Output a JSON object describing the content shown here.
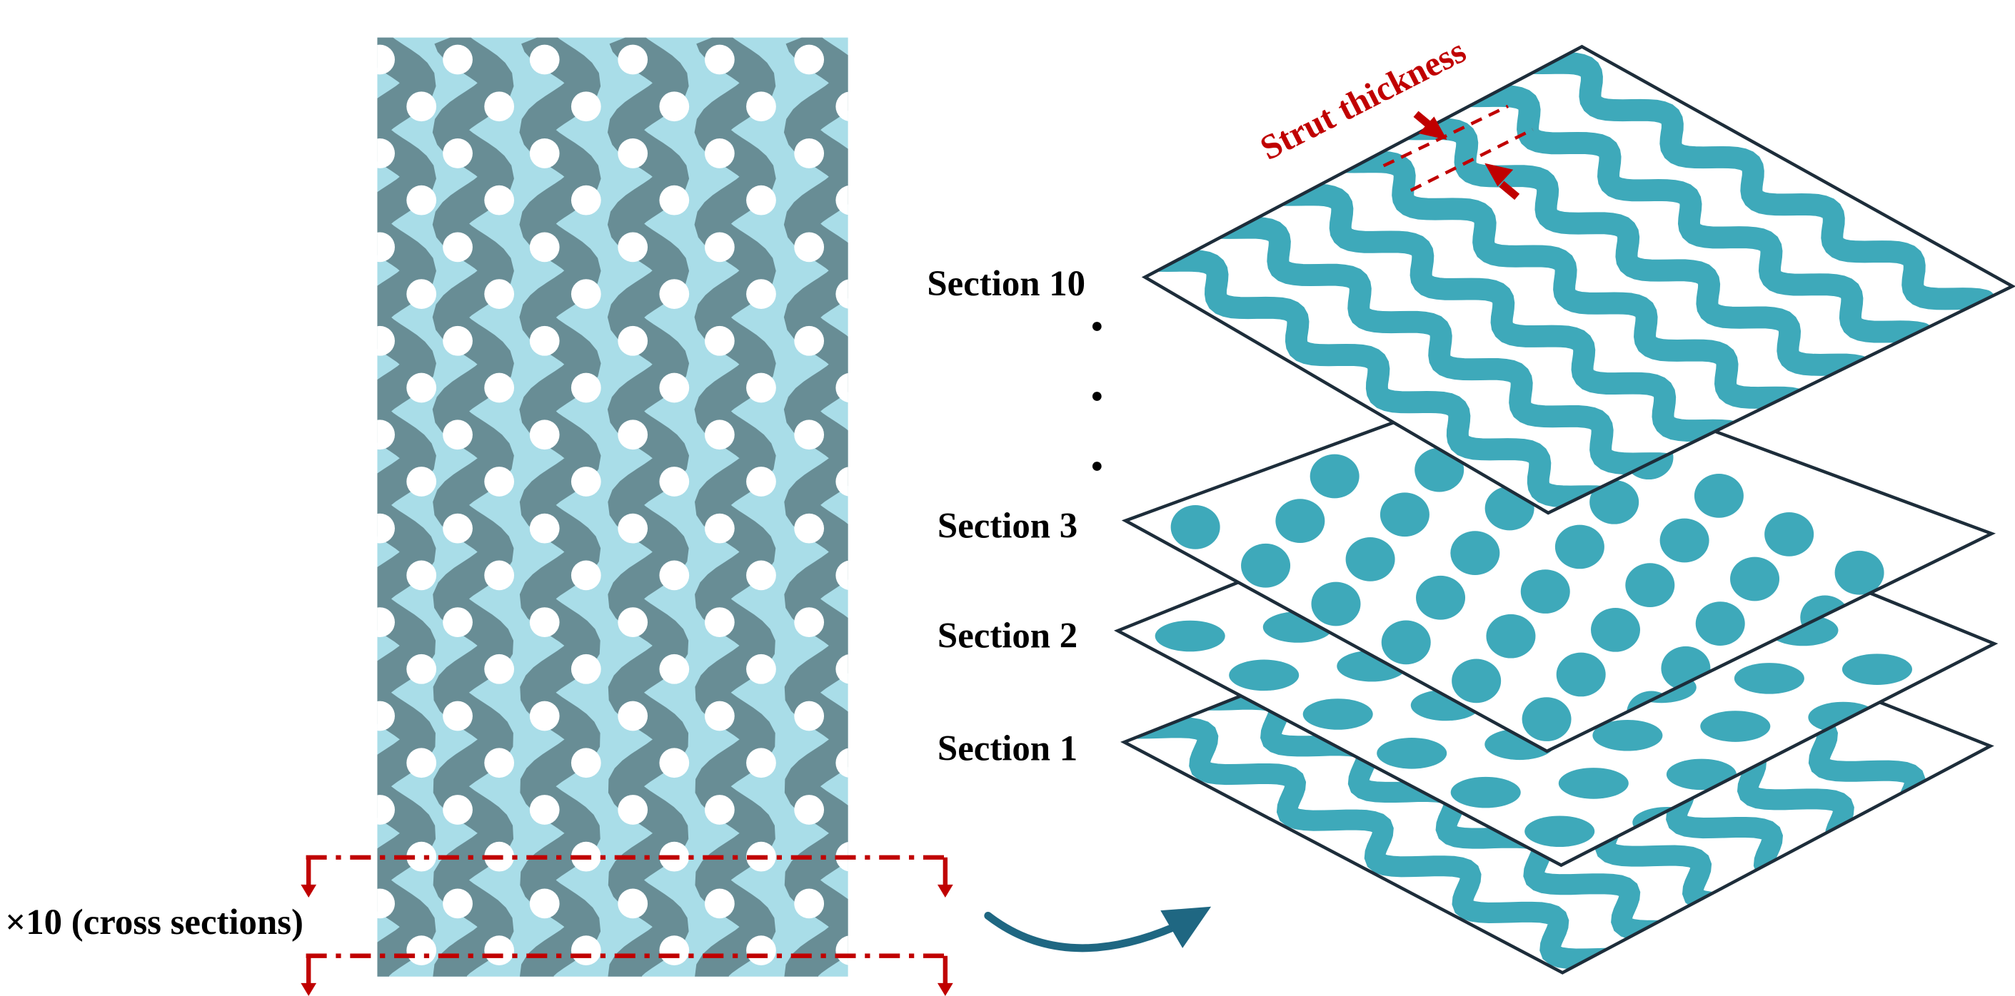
{
  "labels": {
    "section_top": "Section 10",
    "section_3": "Section 3",
    "section_2": "Section 2",
    "section_1": "Section 1",
    "strut_thickness": "Strut thickness",
    "cross_sections": "×10 (cross sections)"
  },
  "colors": {
    "block": "#a9dde8",
    "tunnel": "#5d7f86",
    "hole": "#ffffff",
    "strut": "#3ea9ba",
    "outline": "#1d2d3a",
    "accent": "#c00000",
    "arrow": "#1f6782"
  }
}
